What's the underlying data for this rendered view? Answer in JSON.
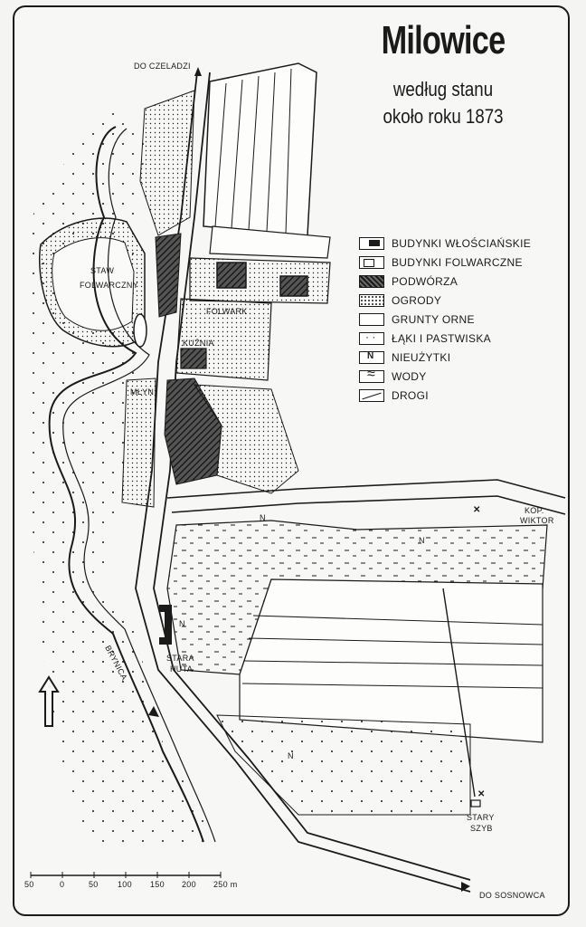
{
  "map": {
    "title": "Milowice",
    "subtitle_line1": "według stanu",
    "subtitle_line2": "około roku 1873"
  },
  "legend": [
    {
      "label": "BUDYNKI WŁOŚCIAŃSKIE",
      "swatch": "sw-peasant",
      "icon": "peasant-building-icon"
    },
    {
      "label": "BUDYNKI FOLWARCZNE",
      "swatch": "sw-farm",
      "icon": "farm-building-icon"
    },
    {
      "label": "PODWÓRZA",
      "swatch": "sw-yards",
      "icon": "yards-hatch-icon"
    },
    {
      "label": "OGRODY",
      "swatch": "sw-gardens",
      "icon": "gardens-dots-icon"
    },
    {
      "label": "GRUNTY ORNE",
      "swatch": "sw-arable",
      "icon": "arable-land-icon"
    },
    {
      "label": "ŁĄKI I PASTWISKA",
      "swatch": "sw-meadow",
      "icon": "meadow-icon"
    },
    {
      "label": "NIEUŻYTKI",
      "swatch": "sw-waste",
      "icon": "wasteland-icon"
    },
    {
      "label": "WODY",
      "swatch": "sw-water",
      "icon": "water-icon"
    },
    {
      "label": "DROGI",
      "swatch": "sw-roads",
      "icon": "roads-icon"
    }
  ],
  "labels": {
    "to_czeladz": "DO CZELADZI",
    "to_sosnowiec": "DO SOSNOWCA",
    "pond_1": "STAW",
    "pond_2": "FOLWARCZNY",
    "folwark": "FOLWARK",
    "kuznia": "KUŹNIA",
    "mlyn": "MŁYN",
    "kop_1": "KOP.",
    "kop_2": "WIKTOR",
    "huta_1": "STARA",
    "huta_2": "HUTA",
    "brynica": "BRYNICA",
    "szyb_1": "STARY",
    "szyb_2": "SZYB",
    "n": "N"
  },
  "scale": {
    "ticks": [
      "50",
      "0",
      "50",
      "100",
      "150",
      "200",
      "250 m"
    ]
  },
  "colors": {
    "ink": "#1a1a1a",
    "paper": "#f7f7f5"
  }
}
